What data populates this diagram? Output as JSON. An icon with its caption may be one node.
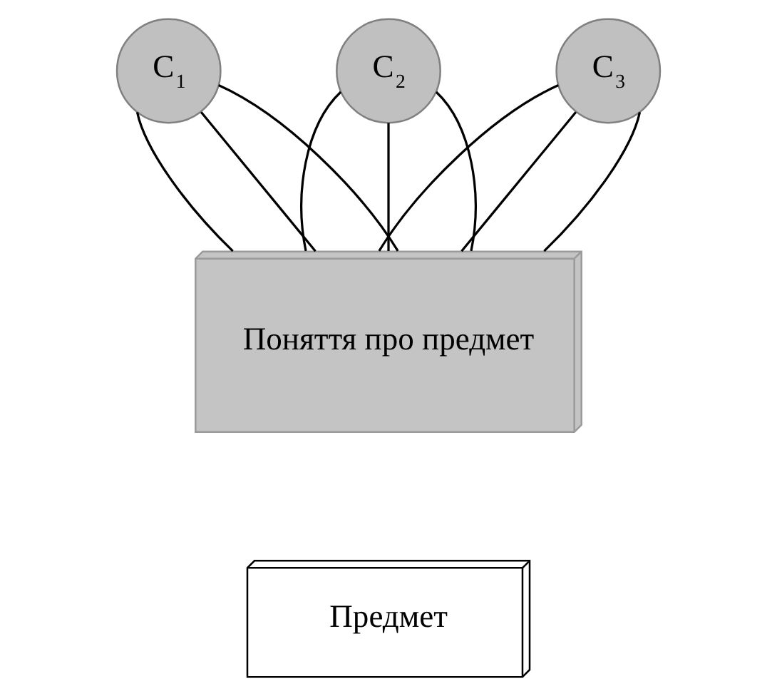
{
  "diagram": {
    "nodes": [
      {
        "text": [
          "C$_{1}$"
        ]
      },
      {
        "text": [
          "C$_{2}$"
        ]
      },
      {
        "text": [
          "C$_{3}$"
        ]
      },
      {
        "text": [
          "Поняття про предмет"
        ]
      },
      {
        "text": [
          "Предмет"
        ]
      }
    ],
    "edges": [
      {
        "from": 0,
        "to": 3,
        "arrow": "none"
      },
      {
        "from": 0,
        "to": 3,
        "arrow": "none"
      },
      {
        "from": 0,
        "to": 3,
        "arrow": "none"
      },
      {
        "from": 1,
        "to": 3,
        "arrow": "none"
      },
      {
        "from": 1,
        "to": 3,
        "arrow": "none"
      },
      {
        "from": 1,
        "to": 3,
        "arrow": "none"
      },
      {
        "from": 2,
        "to": 3,
        "arrow": "none"
      },
      {
        "from": 2,
        "to": 3,
        "arrow": "none"
      },
      {
        "from": 2,
        "to": 3,
        "arrow": "none"
      }
    ]
  }
}
